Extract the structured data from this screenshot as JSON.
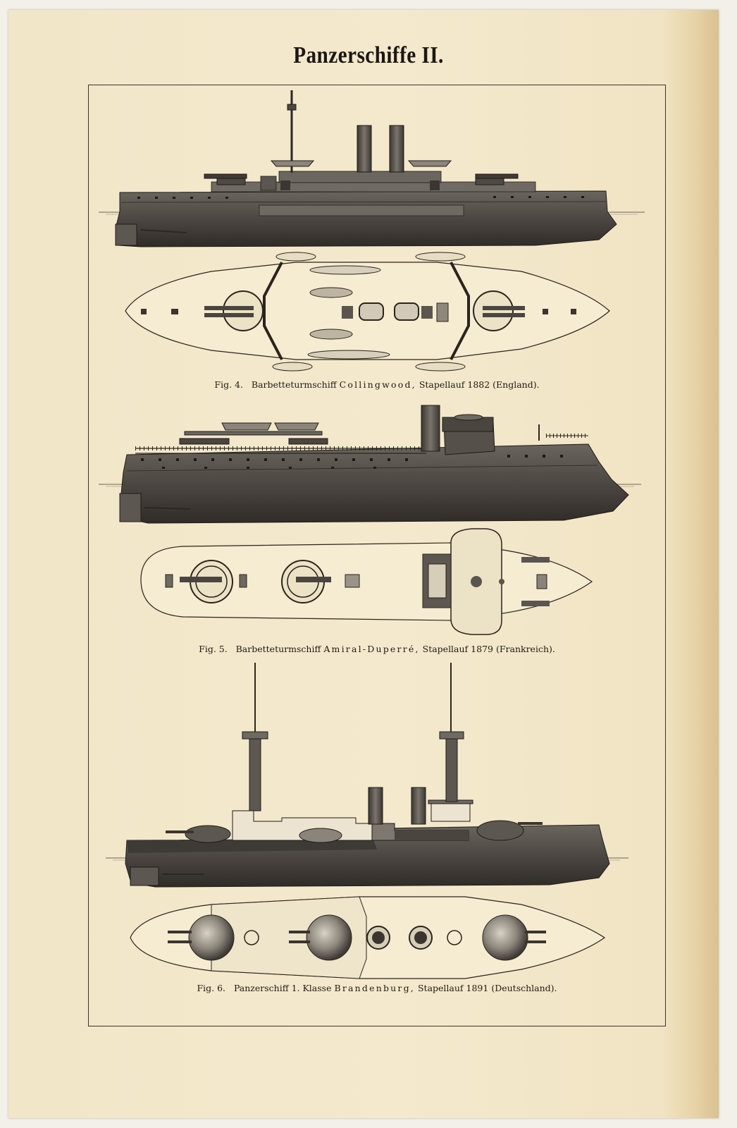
{
  "plate": {
    "title": "Panzerschiffe II.",
    "figures": [
      {
        "fig_label": "Fig. 4.",
        "type": "Barbetteturmschiff",
        "ship_name": "Collingwood,",
        "launch": "Stapellauf 1882",
        "country": "(England)."
      },
      {
        "fig_label": "Fig. 5.",
        "type": "Barbetteturmschiff",
        "ship_name": "Amiral-Duperré,",
        "launch": "Stapellauf 1879",
        "country": "(Frankreich)."
      },
      {
        "fig_label": "Fig. 6.",
        "type": "Panzerschiff 1. Klasse",
        "ship_name": "Brandenburg,",
        "launch": "Stapellauf 1891",
        "country": "(Deutschland)."
      }
    ]
  },
  "colors": {
    "paper": "#f3e8cb",
    "ink": "#2a241c",
    "hull": "#55504a"
  }
}
